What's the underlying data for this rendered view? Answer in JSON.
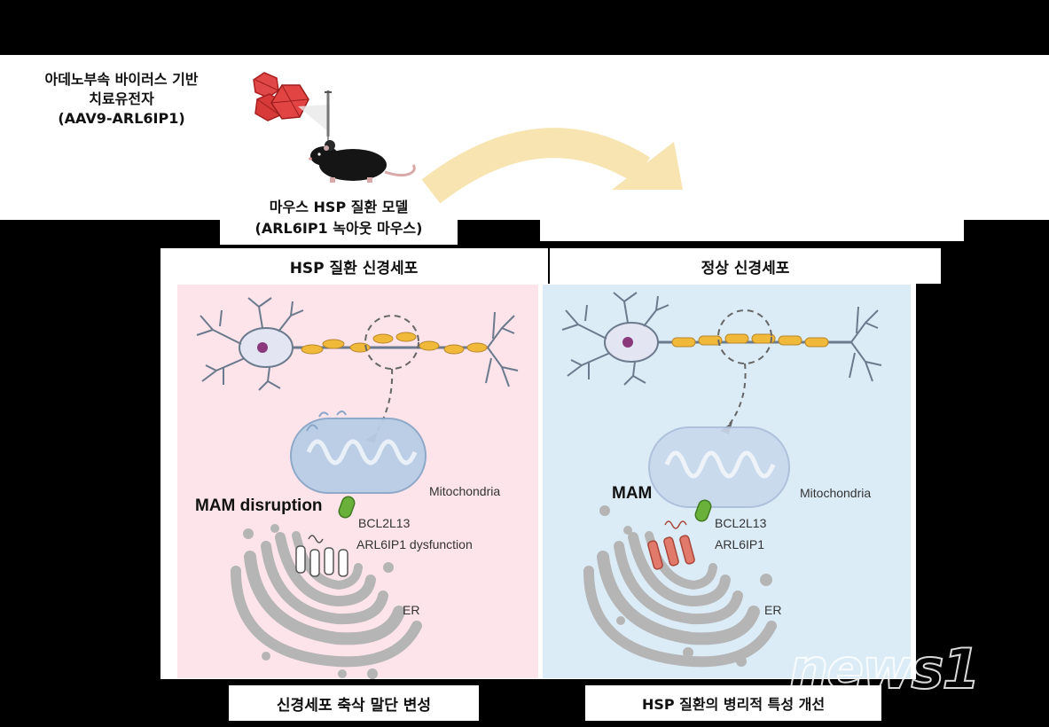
{
  "top": {
    "therapy_line1": "아데노부속 바이러스 기반",
    "therapy_line2": "치료유전자",
    "therapy_line3": "(AAV9-ARL6IP1)",
    "model_line1": "마우스 HSP 질환 모델",
    "model_line2": "(ARL6IP1 녹아웃 마우스)"
  },
  "panels": {
    "left_header": "HSP 질환 신경세포",
    "right_header": "정상 신경세포",
    "left": {
      "mam_label": "MAM disruption",
      "mito_label": "Mitochondria",
      "protein_label": "BCL2L13",
      "dysfunction_label": "ARL6IP1 dysfunction",
      "er_label": "ER",
      "background": "#fce4ea"
    },
    "right": {
      "mam_label": "MAM",
      "mito_label": "Mitochondria",
      "protein_label": "BCL2L13",
      "arl_label": "ARL6IP1",
      "er_label": "ER",
      "background": "#dcecf7"
    }
  },
  "bottom": {
    "left_caption": "신경세포 축삭 말단 변성",
    "right_caption": "HSP 질환의 병리적 특성 개선"
  },
  "watermark": "news1",
  "colors": {
    "virus": "#d93a3a",
    "arrow": "#f7e4b0",
    "myelin": "#f0b93a",
    "neuron": "#6b7a8c",
    "mito": "#b9cde6",
    "er": "#b5b5b5",
    "protein_green": "#6ab13b",
    "arl_red": "#e27a6b"
  }
}
